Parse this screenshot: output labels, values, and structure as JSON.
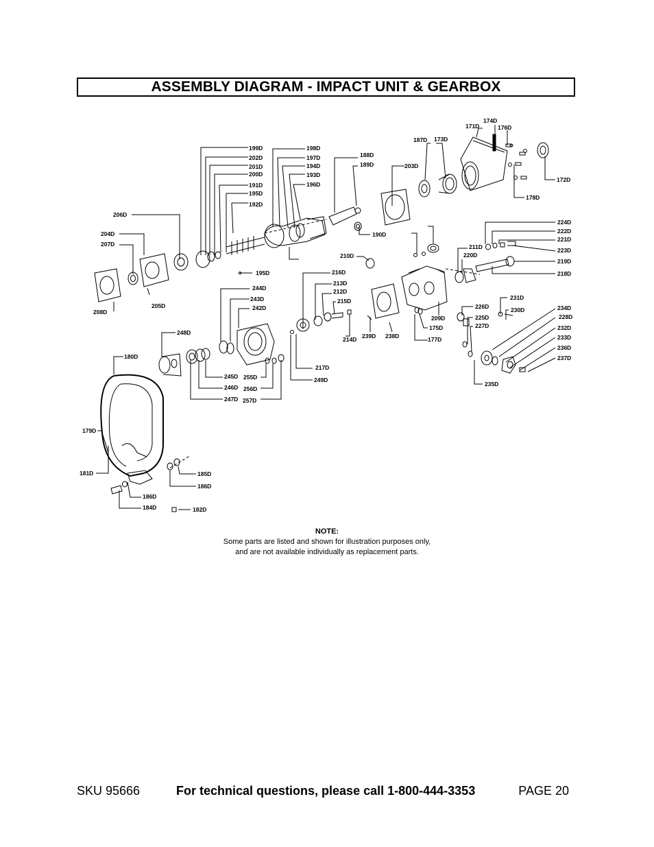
{
  "header": {
    "title": "ASSEMBLY DIAGRAM - IMPACT UNIT & GEARBOX"
  },
  "parts": [
    "171D",
    "174D",
    "176D",
    "172D",
    "178D",
    "187D",
    "173D",
    "203D",
    "188D",
    "189D",
    "190D",
    "199D",
    "202D",
    "201D",
    "200D",
    "191D",
    "195D",
    "192D",
    "198D",
    "197D",
    "194D",
    "193D",
    "196D",
    "206D",
    "204D",
    "207D",
    "208D",
    "205D",
    "210D",
    "195D",
    "216D",
    "213D",
    "212D",
    "215D",
    "214D",
    "239D",
    "238D",
    "211D",
    "220D",
    "224D",
    "222D",
    "221D",
    "223D",
    "219D",
    "218D",
    "209D",
    "175D",
    "177D",
    "244D",
    "243D",
    "242D",
    "248D",
    "245D",
    "255D",
    "246D",
    "256D",
    "247D",
    "257D",
    "217D",
    "249D",
    "226D",
    "225D",
    "227D",
    "231D",
    "230D",
    "234D",
    "228D",
    "232D",
    "233D",
    "236D",
    "237D",
    "235D",
    "180D",
    "179D",
    "181D",
    "186D",
    "184D",
    "185D",
    "186D",
    "182D"
  ],
  "note": {
    "heading": "NOTE:",
    "line1": "Some parts are listed and shown for illustration purposes only,",
    "line2": "and are not available individually as replacement parts."
  },
  "footer": {
    "sku": "SKU 95666",
    "tech": "For technical questions, please call 1-800-444-3353",
    "page": "PAGE 20"
  }
}
